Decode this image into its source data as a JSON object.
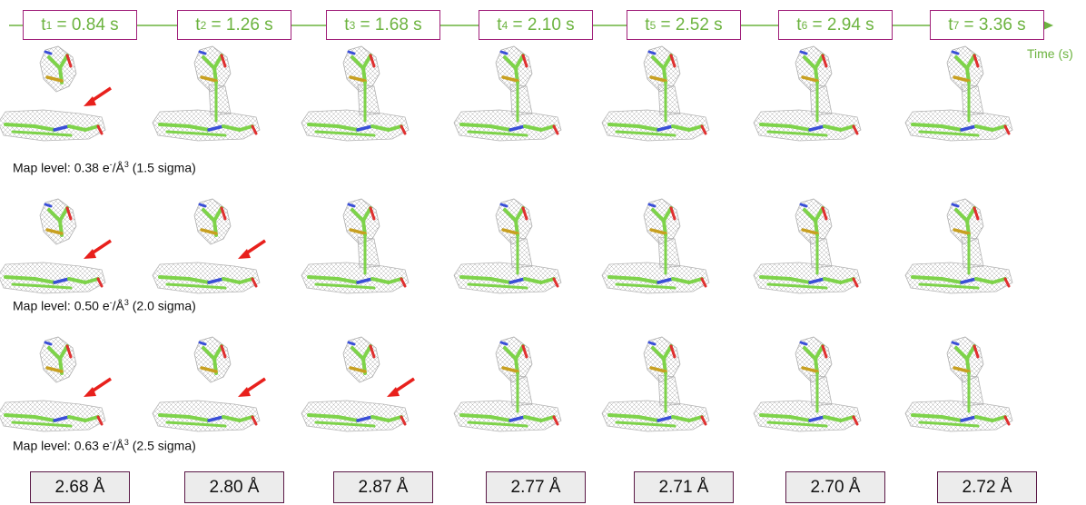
{
  "timeline": {
    "unit_label": "Time (s)",
    "points": [
      {
        "index": "1",
        "value": "0.84 s"
      },
      {
        "index": "2",
        "value": "1.26 s"
      },
      {
        "index": "3",
        "value": "1.68 s"
      },
      {
        "index": "4",
        "value": "2.10 s"
      },
      {
        "index": "5",
        "value": "2.52 s"
      },
      {
        "index": "6",
        "value": "2.94 s"
      },
      {
        "index": "7",
        "value": "3.36 s"
      }
    ]
  },
  "rows": [
    {
      "pre": "Map level: 0.38 e",
      "sup1": "-",
      "mid": "/Å",
      "sup2": "3",
      "post": " (1.5 sigma)",
      "arrows": [
        true,
        false,
        false,
        false,
        false,
        false,
        false
      ]
    },
    {
      "pre": "Map level: 0.50 e",
      "sup1": "-",
      "mid": "/Å",
      "sup2": "3",
      "post": " (2.0 sigma)",
      "arrows": [
        true,
        true,
        false,
        false,
        false,
        false,
        false
      ]
    },
    {
      "pre": "Map level: 0.63 e",
      "sup1": "-",
      "mid": "/Å",
      "sup2": "3",
      "post": " (2.5 sigma)",
      "arrows": [
        true,
        true,
        true,
        false,
        false,
        false,
        false
      ]
    }
  ],
  "distances": [
    "2.68 Å",
    "2.80 Å",
    "2.87 Å",
    "2.77 Å",
    "2.71 Å",
    "2.70 Å",
    "2.72 Å"
  ],
  "colors": {
    "timeline": "#6cb33f",
    "time_box_border": "#a0207a",
    "distance_box_border": "#5a1846",
    "distance_box_fill": "#ececec",
    "arrow": "#e8201c",
    "carbon": "#7ed34a",
    "nitrogen": "#3a4fd8",
    "oxygen": "#e03030",
    "sulfur": "#c8a020",
    "mesh": "#a8a8a8"
  }
}
